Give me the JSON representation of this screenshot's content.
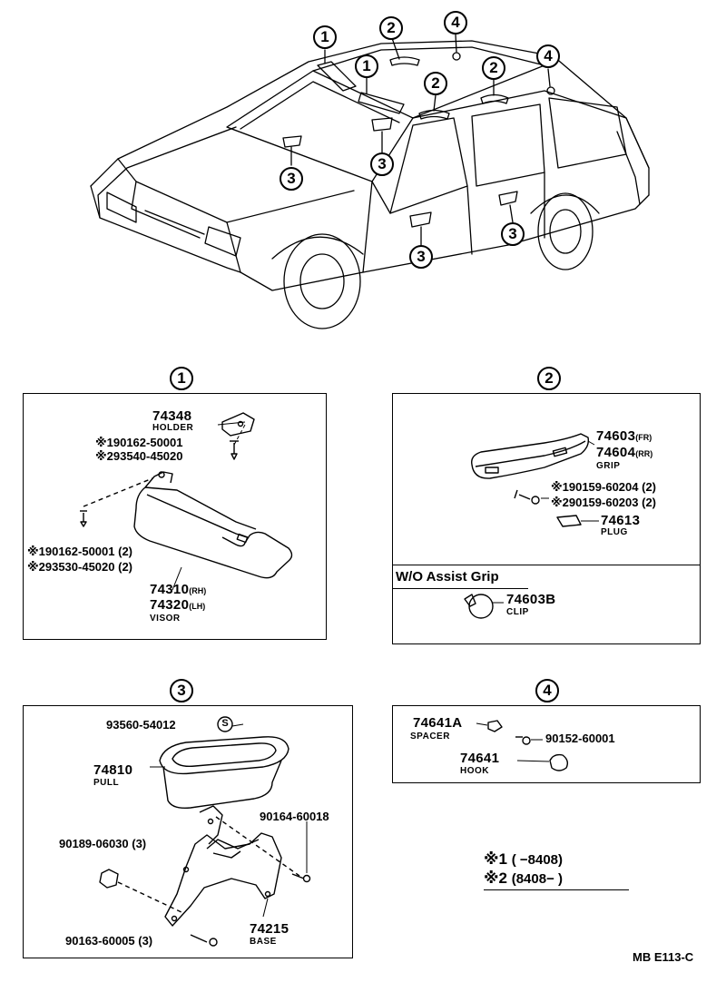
{
  "callouts": {
    "c1": "1",
    "c2": "2",
    "c3": "3",
    "c4": "4"
  },
  "panel1": {
    "holder_pn": "74348",
    "holder_name": "HOLDER",
    "screw_a1": "※190162-50001",
    "screw_a2": "※293540-45020",
    "screw_b1": "※190162-50001 (2)",
    "screw_b2": "※293530-45020 (2)",
    "visor_rh": "74310",
    "visor_rh_tag": "(RH)",
    "visor_lh": "74320",
    "visor_lh_tag": "(LH)",
    "visor_name": "VISOR"
  },
  "panel2": {
    "grip_fr": "74603",
    "grip_fr_tag": "(FR)",
    "grip_rr": "74604",
    "grip_rr_tag": "(RR)",
    "grip_name": "GRIP",
    "screw1": "※190159-60204 (2)",
    "screw2": "※290159-60203 (2)",
    "plug_pn": "74613",
    "plug_name": "PLUG",
    "wo_title": "W/O Assist Grip",
    "clip_pn": "74603B",
    "clip_name": "CLIP"
  },
  "panel3": {
    "screw_top": "93560-54012",
    "s_mark": "S",
    "pull_pn": "74810",
    "pull_name": "PULL",
    "bolt_right": "90164-60018",
    "nut_left": "90189-06030 (3)",
    "screw_bottom": "90163-60005 (3)",
    "base_pn": "74215",
    "base_name": "BASE"
  },
  "panel4": {
    "spacer_pn": "74641A",
    "spacer_name": "SPACER",
    "screw": "90152-60001",
    "hook_pn": "74641",
    "hook_name": "HOOK"
  },
  "legend": {
    "l1_mark": "※1",
    "l1_range": "(      −8408)",
    "l2_mark": "※2",
    "l2_range": "(8408−        )"
  },
  "footer_code": "MB E113-C"
}
